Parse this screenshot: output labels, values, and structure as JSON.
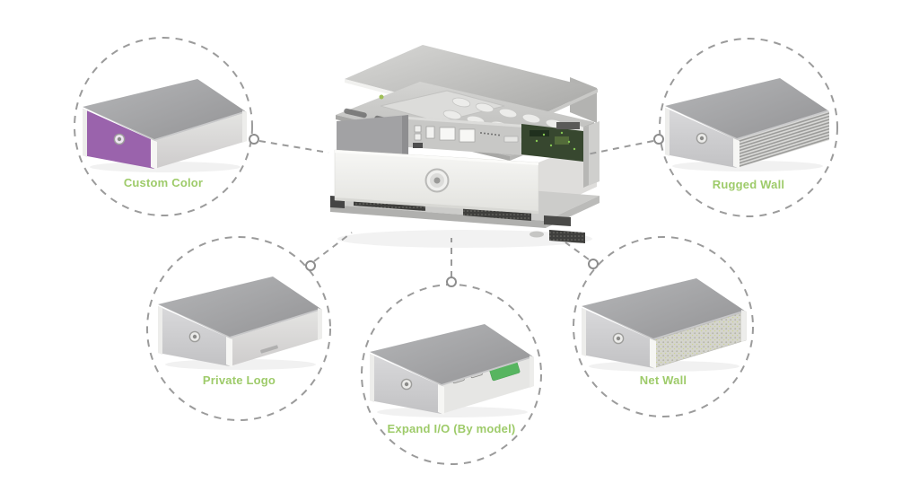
{
  "diagram": {
    "label_color": "#9ecb6a",
    "line_color": "#9b9b9b",
    "center": {
      "icon": "exploded-mini-pc-chassis-illustration"
    },
    "callouts": [
      {
        "id": "custom-color",
        "label": "Custom Color",
        "icon": "mini-pc-box-purple-front-icon",
        "accent": "#9a63ac"
      },
      {
        "id": "rugged-wall",
        "label": "Rugged Wall",
        "icon": "mini-pc-box-finned-wall-icon"
      },
      {
        "id": "private-logo",
        "label": "Private Logo",
        "icon": "mini-pc-box-logo-icon"
      },
      {
        "id": "expand-io",
        "label": "Expand I/O (By model)",
        "icon": "mini-pc-box-io-ports-icon",
        "accent": "#57b560"
      },
      {
        "id": "net-wall",
        "label": "Net Wall",
        "icon": "mini-pc-box-mesh-wall-icon"
      }
    ]
  }
}
